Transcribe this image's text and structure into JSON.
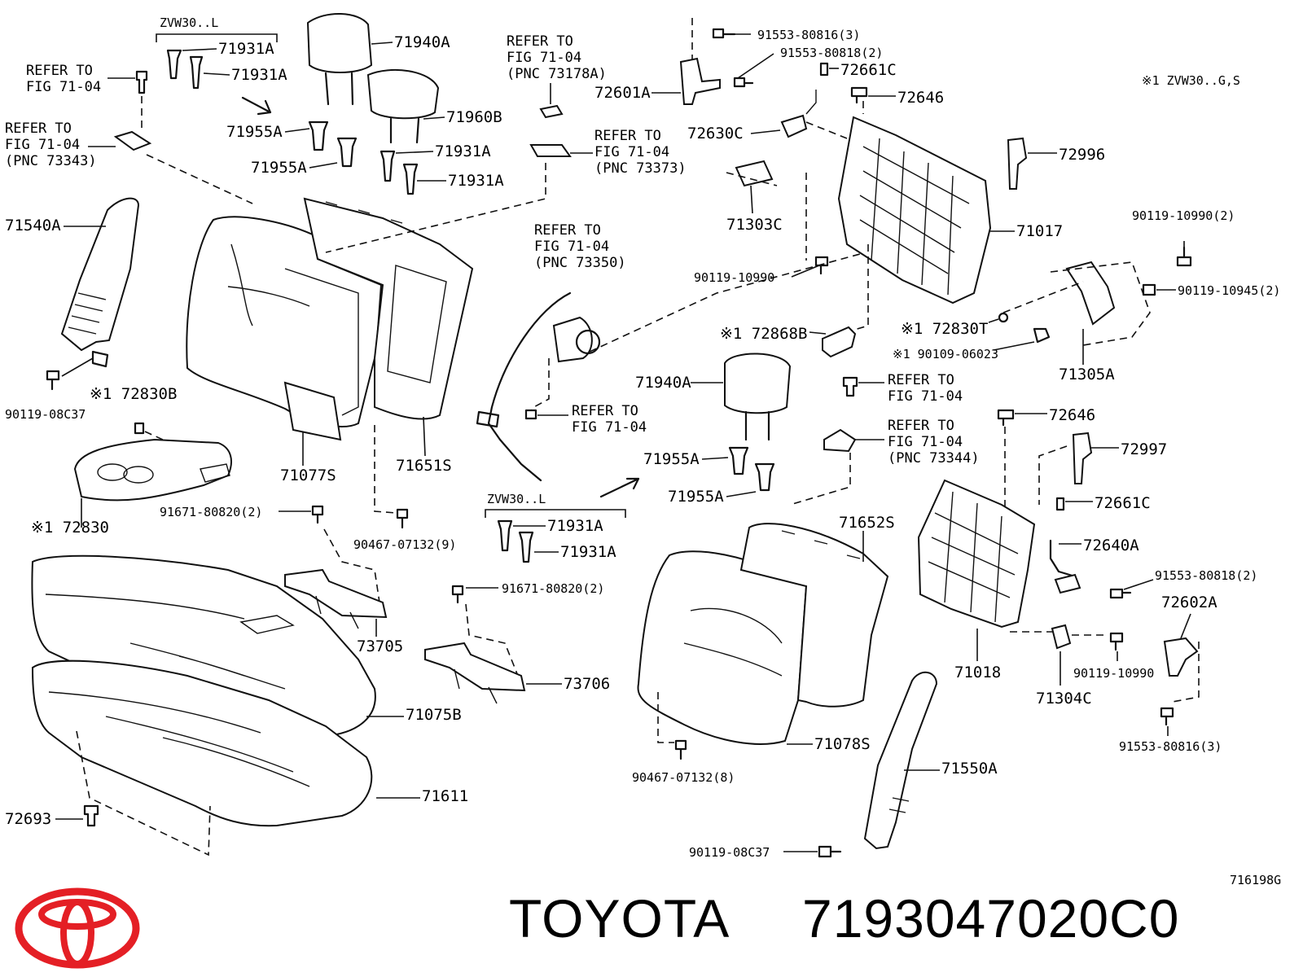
{
  "diagram_code": "716198G",
  "brand": {
    "name": "TOYOTA",
    "part_number": "7193047020C0",
    "color": "#e41f25"
  },
  "notes": {
    "note1": "※1 ZVW30..G,S",
    "zvw_left_top": "ZVW30..L",
    "zvw_left_mid": "ZVW30..L"
  },
  "labels": {
    "p71931A_1": "71931A",
    "p71931A_2": "71931A",
    "p71931A_3": "71931A",
    "p71931A_4": "71931A",
    "p71931A_5": "71931A",
    "p71931A_6": "71931A",
    "p71940A_top": "71940A",
    "p71940A_mid": "71940A",
    "p71960B": "71960B",
    "p71955A_1": "71955A",
    "p71955A_2": "71955A",
    "p71955A_3": "71955A",
    "p71955A_4": "71955A",
    "p71540A": "71540A",
    "p90119_08C37_left": "90119-08C37",
    "p72830B": "※1 72830B",
    "p72830": "※1 72830",
    "p71077S": "71077S",
    "p71651S": "71651S",
    "p91671_1": "91671-80820(2)",
    "p91671_2": "91671-80820(2)",
    "p90467_9": "90467-07132(9)",
    "p73705": "73705",
    "p73706": "73706",
    "p71075B": "71075B",
    "p71611": "71611",
    "p72693": "72693",
    "p91553_80816_top": "91553-80816(3)",
    "p91553_80818_top": "91553-80818(2)",
    "p72601A": "72601A",
    "p72661C_top": "72661C",
    "p72646_top": "72646",
    "p72630C": "72630C",
    "p72996": "72996",
    "p71303C": "71303C",
    "p71017": "71017",
    "p90119_10990_a": "90119-10990",
    "p90119_10990_b": "90119-10990(2)",
    "p90119_10945": "90119-10945(2)",
    "p72868B": "※1 72868B",
    "p72830T": "※1 72830T",
    "p90109": "※1 90109-06023",
    "p71305A": "71305A",
    "p72646_mid": "72646",
    "p72997": "72997",
    "p71652S": "71652S",
    "p72661C_mid": "72661C",
    "p72640A": "72640A",
    "p91553_80818_mid": "91553-80818(2)",
    "p72602A": "72602A",
    "p71018": "71018",
    "p71304C": "71304C",
    "p90119_10990_c": "90119-10990",
    "p91553_80816_bot": "91553-80816(3)",
    "p71078S": "71078S",
    "p90467_8": "90467-07132(8)",
    "p71550A": "71550A",
    "p90119_08C37_bot": "90119-08C37"
  },
  "references": {
    "r1": [
      "REFER TO",
      "FIG 71-04"
    ],
    "r2": [
      "REFER TO",
      "FIG 71-04",
      "(PNC 73343)"
    ],
    "r3": [
      "REFER TO",
      "FIG 71-04",
      "(PNC 73178A)"
    ],
    "r4": [
      "REFER TO",
      "FIG 71-04",
      "(PNC 73373)"
    ],
    "r5": [
      "REFER TO",
      "FIG 71-04",
      "(PNC 73350)"
    ],
    "r6": [
      "REFER TO",
      "FIG 71-04"
    ],
    "r7": [
      "REFER TO",
      "FIG 71-04"
    ],
    "r8": [
      "REFER TO",
      "FIG 71-04",
      "(PNC 73344)"
    ]
  }
}
